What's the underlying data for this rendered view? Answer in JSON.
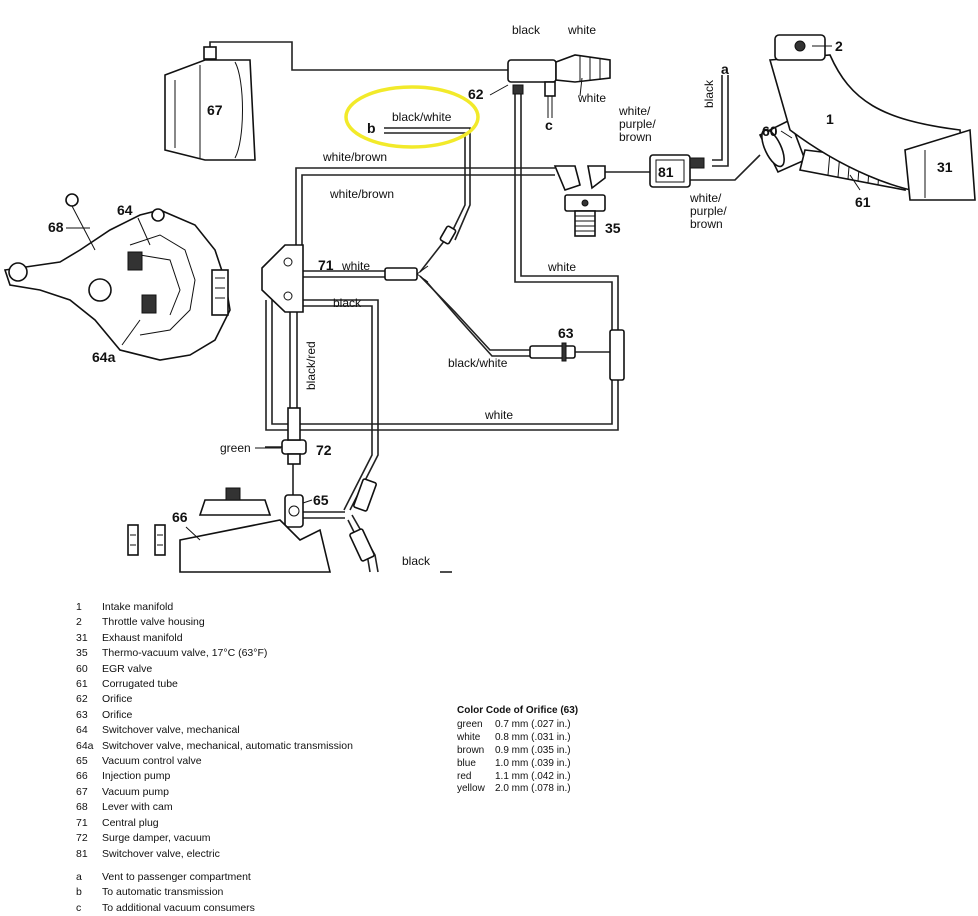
{
  "callouts": {
    "n1": "1",
    "n2": "2",
    "n31": "31",
    "n35": "35",
    "n60": "60",
    "n61": "61",
    "n62": "62",
    "n63": "63",
    "n64": "64",
    "n64a": "64a",
    "n65": "65",
    "n66": "66",
    "n67": "67",
    "n68": "68",
    "n71": "71",
    "n72": "72",
    "n81": "81",
    "a": "a",
    "b": "b",
    "c": "c"
  },
  "hose_labels": {
    "black_top": "black",
    "white_top": "white",
    "white_62": "white",
    "black_white_b": "black/white",
    "white_brown_top": "white/brown",
    "white_brown_mid": "white/brown",
    "white_purple_brown_top": "white/ purple/ brown",
    "white_purple_brown_bottom": "white/ purple/ brown",
    "black_a": "black",
    "white_71": "white",
    "white_right": "white",
    "black_71": "black",
    "black_red": "black/red",
    "black_white_63": "black/white",
    "white_bottom": "white",
    "green_72": "green",
    "black_bottom": "black"
  },
  "highlight_color": "#f2ea2a",
  "legend": [
    {
      "id": "1",
      "text": "Intake manifold"
    },
    {
      "id": "2",
      "text": "Throttle valve housing"
    },
    {
      "id": "31",
      "text": "Exhaust manifold"
    },
    {
      "id": "35",
      "text": "Thermo-vacuum valve, 17°C (63°F)"
    },
    {
      "id": "60",
      "text": "EGR valve"
    },
    {
      "id": "61",
      "text": "Corrugated tube"
    },
    {
      "id": "62",
      "text": "Orifice"
    },
    {
      "id": "63",
      "text": "Orifice"
    },
    {
      "id": "64",
      "text": "Switchover valve, mechanical"
    },
    {
      "id": "64a",
      "text": "Switchover valve, mechanical, automatic transmission"
    },
    {
      "id": "65",
      "text": "Vacuum control valve"
    },
    {
      "id": "66",
      "text": "Injection pump"
    },
    {
      "id": "67",
      "text": "Vacuum pump"
    },
    {
      "id": "68",
      "text": "Lever with cam"
    },
    {
      "id": "71",
      "text": "Central plug"
    },
    {
      "id": "72",
      "text": "Surge damper, vacuum"
    },
    {
      "id": "81",
      "text": "Switchover valve, electric"
    }
  ],
  "legend_letters": [
    {
      "id": "a",
      "text": "Vent to passenger compartment"
    },
    {
      "id": "b",
      "text": "To automatic transmission"
    },
    {
      "id": "c",
      "text": "To additional vacuum consumers"
    }
  ],
  "orifice_table": {
    "title": "Color Code of Orifice (63)",
    "rows": [
      {
        "color": "green",
        "size": "0.7 mm (.027 in.)"
      },
      {
        "color": "white",
        "size": "0.8 mm (.031 in.)"
      },
      {
        "color": "brown",
        "size": "0.9 mm (.035 in.)"
      },
      {
        "color": "blue",
        "size": "1.0 mm (.039 in.)"
      },
      {
        "color": "red",
        "size": "1.1 mm (.042 in.)"
      },
      {
        "color": "yellow",
        "size": "2.0 mm (.078 in.)"
      }
    ]
  }
}
